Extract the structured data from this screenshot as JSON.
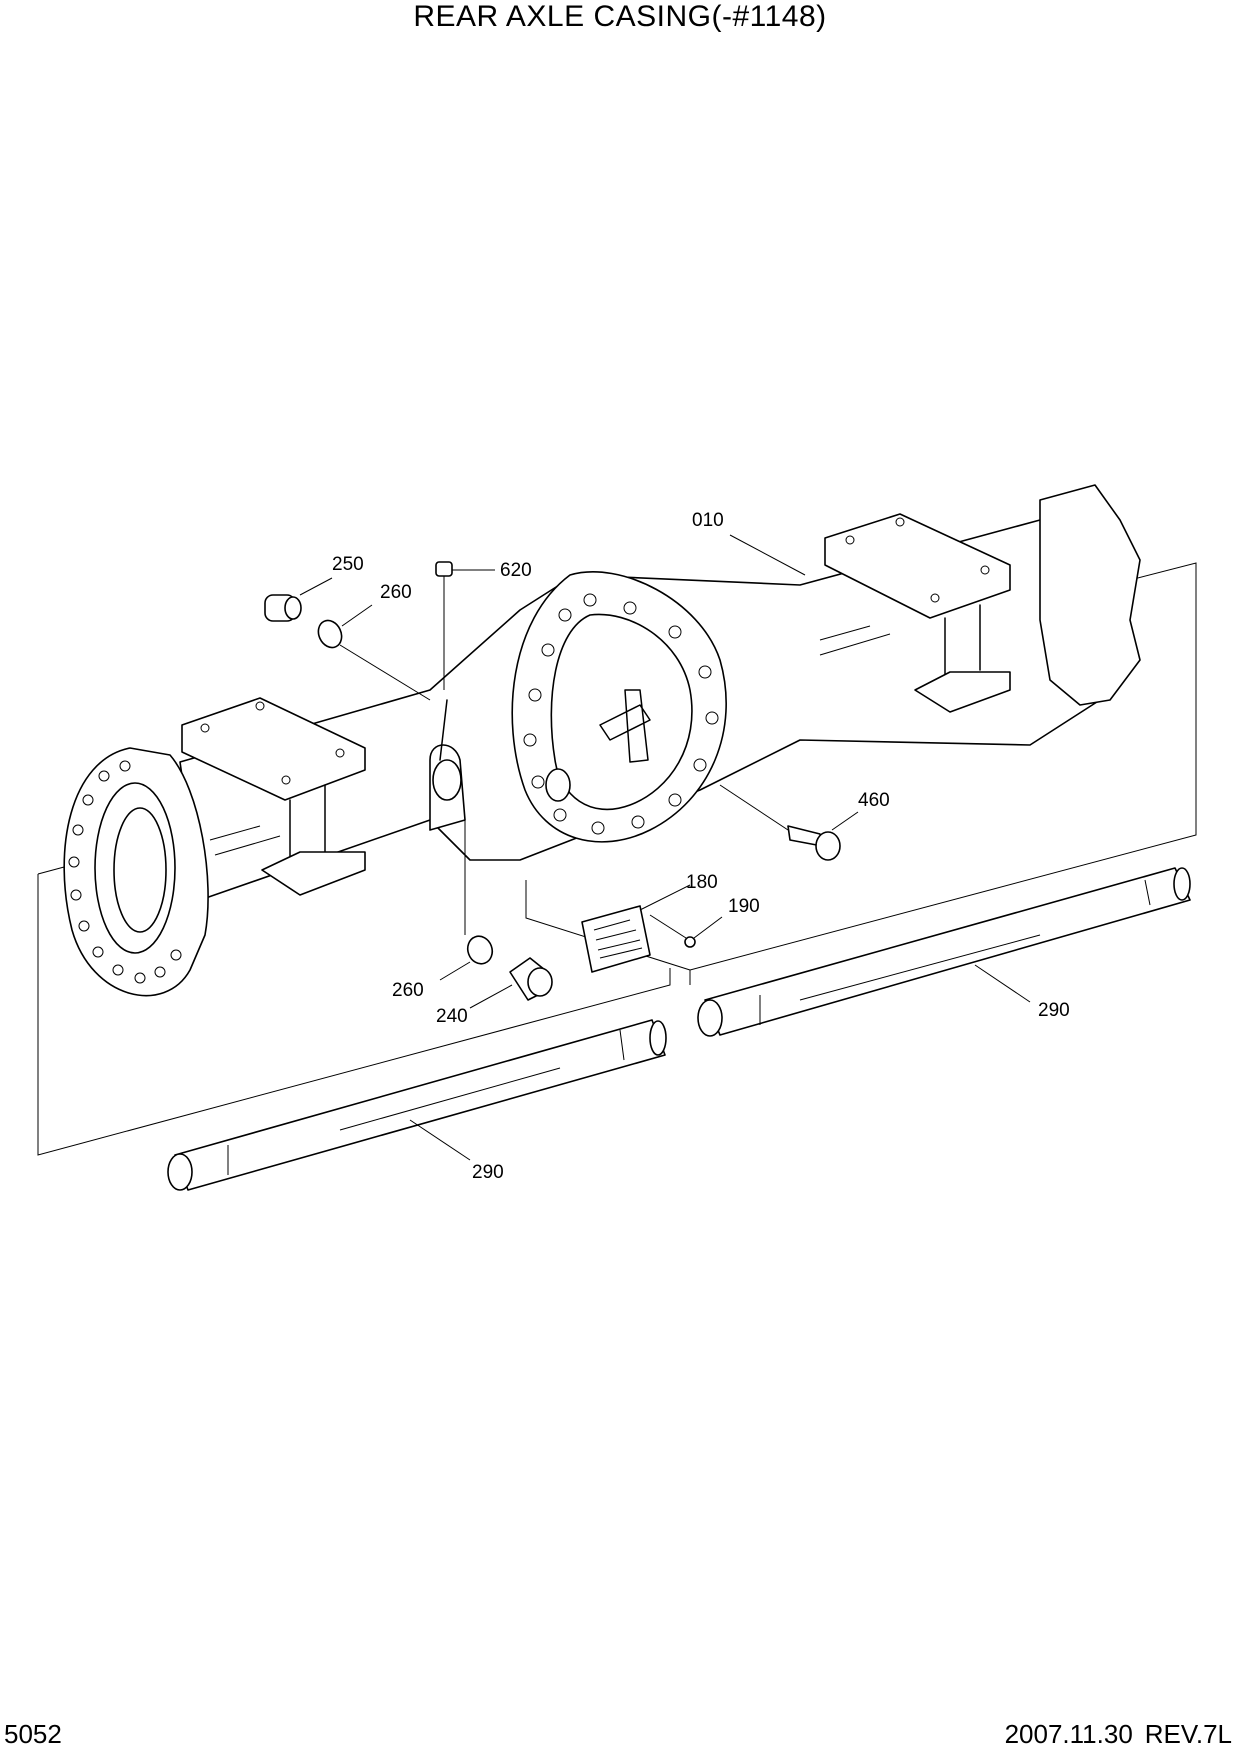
{
  "title": "REAR AXLE CASING(-#1148)",
  "footer": {
    "page_number": "5052",
    "date": "2007.11.30",
    "revision": "REV.7L"
  },
  "callouts": {
    "c010": "010",
    "c250": "250",
    "c260a": "260",
    "c620": "620",
    "c460": "460",
    "c180": "180",
    "c190": "190",
    "c260b": "260",
    "c240": "240",
    "c290a": "290",
    "c290b": "290"
  }
}
